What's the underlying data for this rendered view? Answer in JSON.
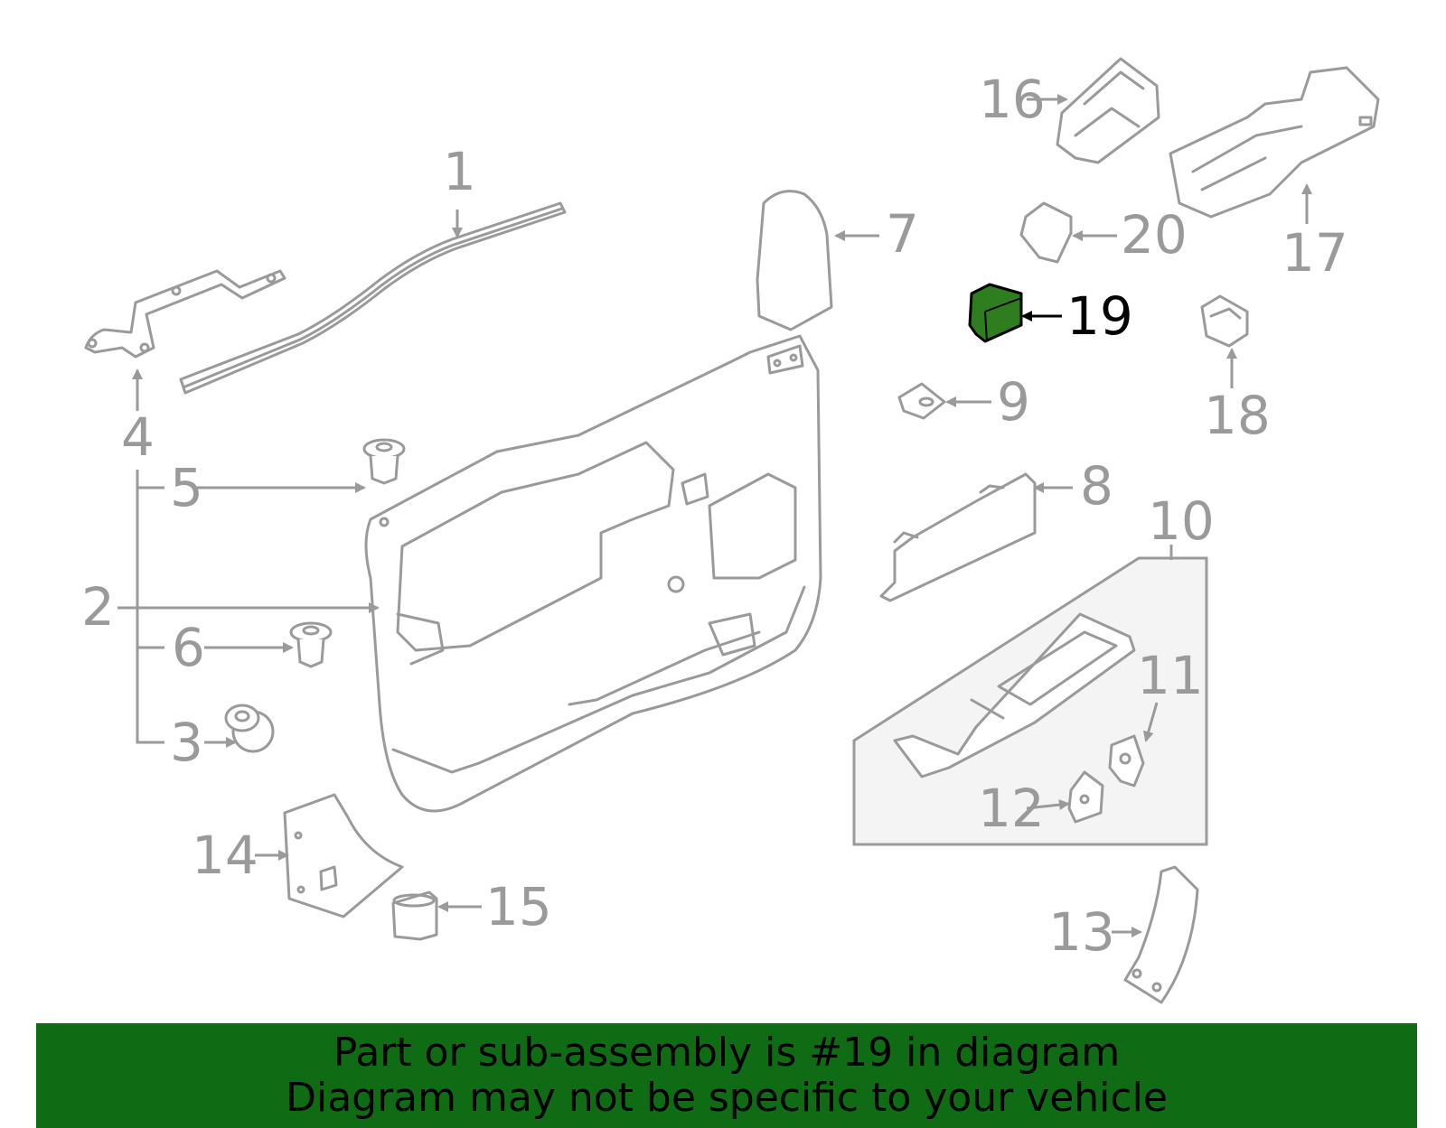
{
  "diagram": {
    "highlight_color": "#2e7d1f",
    "part_color": "#9a9a9a",
    "callouts": {
      "c1": "1",
      "c2": "2",
      "c3": "3",
      "c4": "4",
      "c5": "5",
      "c6": "6",
      "c7": "7",
      "c8": "8",
      "c9": "9",
      "c10": "10",
      "c11": "11",
      "c12": "12",
      "c13": "13",
      "c14": "14",
      "c15": "15",
      "c16": "16",
      "c17": "17",
      "c18": "18",
      "c19": "19",
      "c20": "20"
    },
    "highlighted_callout": "19"
  },
  "banner": {
    "line1": "Part or sub-assembly is #19 in diagram",
    "line2": "Diagram may not be specific to your vehicle",
    "background": "#0f6b14"
  }
}
